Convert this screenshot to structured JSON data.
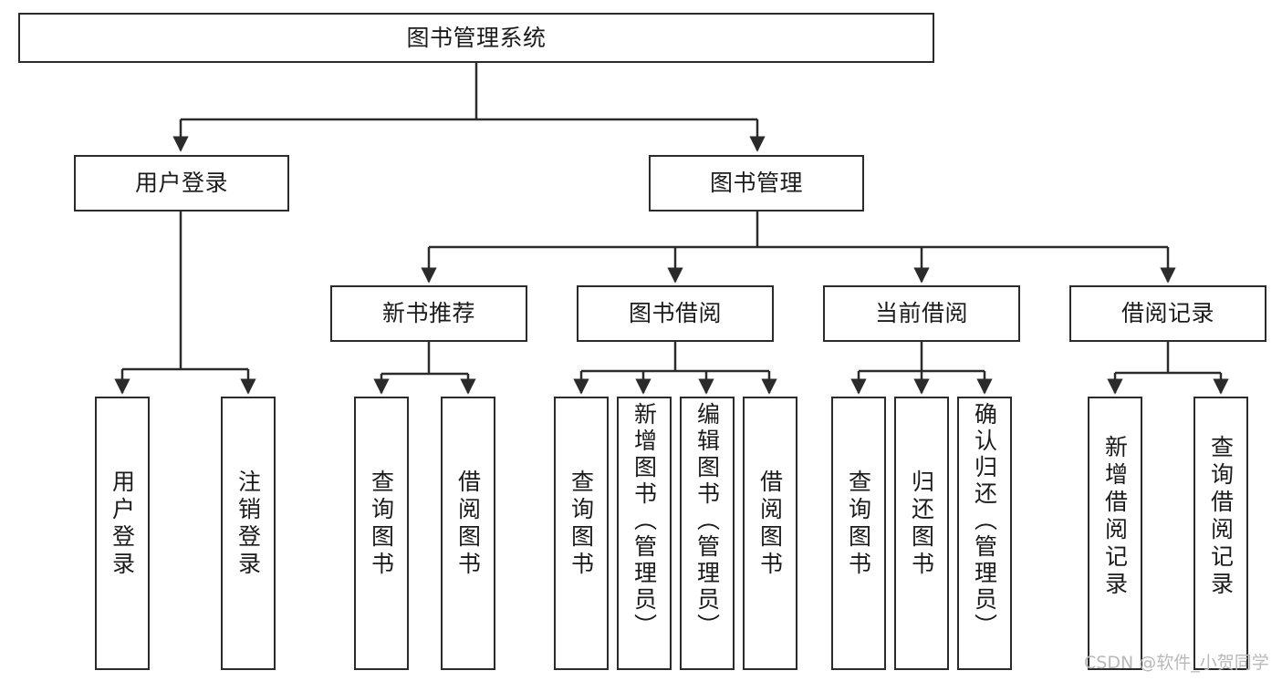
{
  "diagram": {
    "title": "图书管理系统",
    "type": "hierarchy-tree",
    "watermark": "CSDN @软件_小贺同学",
    "colors": {
      "stroke": "#2b2b2b",
      "fill": "#ffffff",
      "text": "#1b1b1b",
      "watermark": "#b9b9b9"
    },
    "levels": {
      "root": {
        "label": "图书管理系统"
      },
      "level2": [
        {
          "label": "用户登录"
        },
        {
          "label": "图书管理"
        }
      ],
      "level3": [
        {
          "label": "新书推荐"
        },
        {
          "label": "图书借阅"
        },
        {
          "label": "当前借阅"
        },
        {
          "label": "借阅记录"
        }
      ],
      "leaves": {
        "user_login": [
          {
            "label": "用户登录"
          },
          {
            "label": "注销登录"
          }
        ],
        "new_book_recommend": [
          {
            "label": "查询图书"
          },
          {
            "label": "借阅图书"
          }
        ],
        "book_borrow": [
          {
            "label": "查询图书"
          },
          {
            "label": "新增图书（管理员）"
          },
          {
            "label": "编辑图书（管理员）"
          },
          {
            "label": "借阅图书"
          }
        ],
        "current_borrow": [
          {
            "label": "查询图书"
          },
          {
            "label": "归还图书"
          },
          {
            "label": "确认归还（管理员）"
          }
        ],
        "borrow_record": [
          {
            "label": "新增借阅记录"
          },
          {
            "label": "查询借阅记录"
          }
        ]
      }
    }
  }
}
